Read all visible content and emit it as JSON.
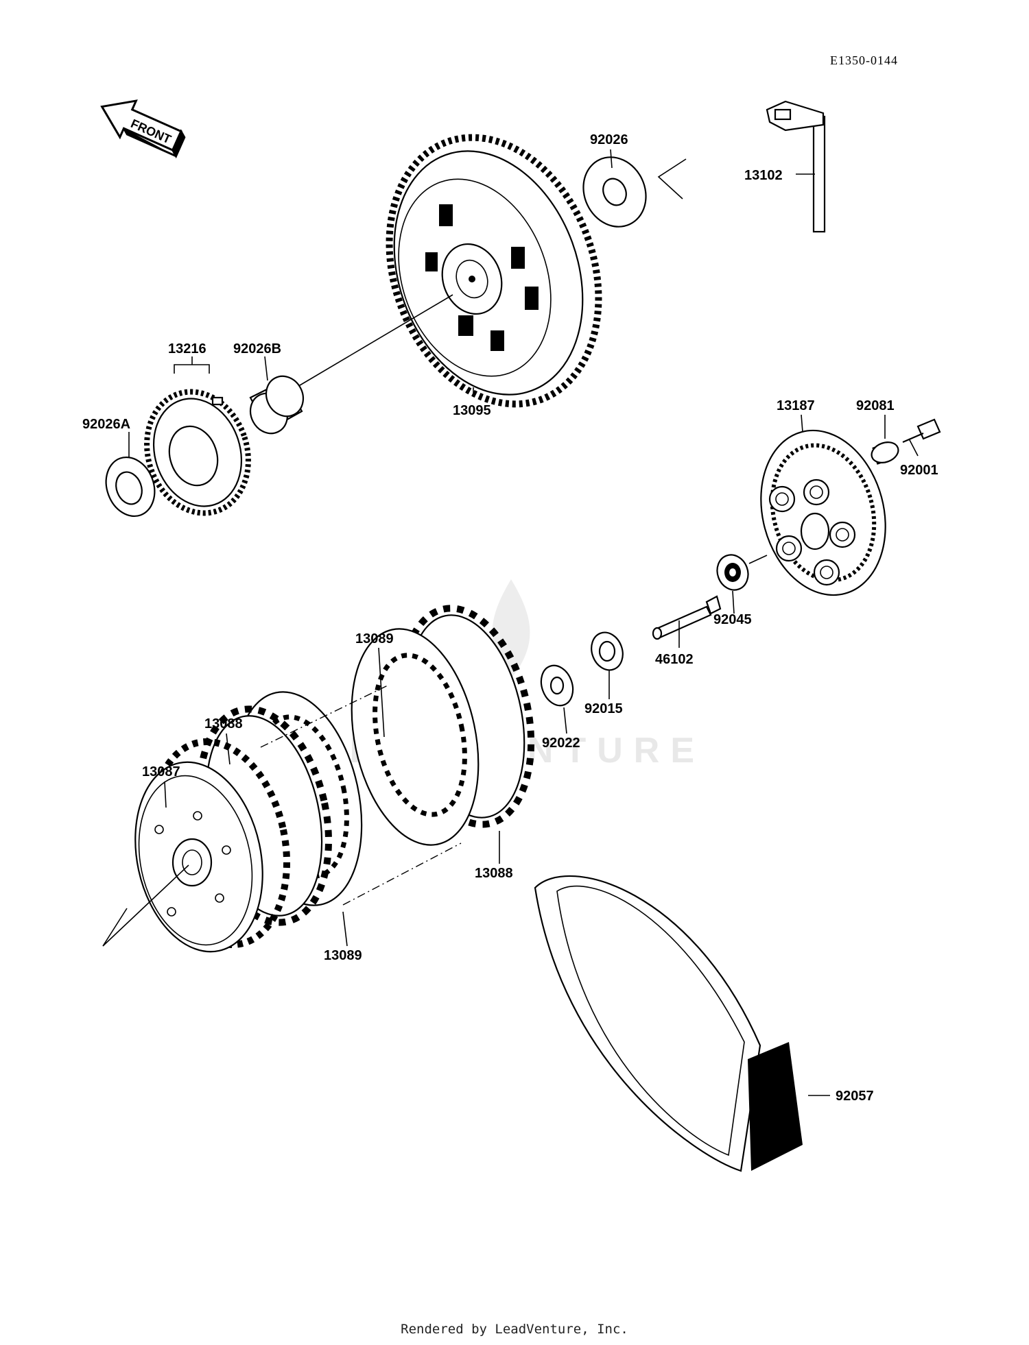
{
  "diagram_code": "E1350-0144",
  "front_label": "FRONT",
  "watermark": "LEADVENTURE",
  "footer": "Rendered by LeadVenture, Inc.",
  "part_labels": {
    "p92026": "92026",
    "p13102": "13102",
    "p13216": "13216",
    "p92026B": "92026B",
    "p92026A": "92026A",
    "p13095": "13095",
    "p13187": "13187",
    "p92081": "92081",
    "p92001": "92001",
    "p92045": "92045",
    "p46102": "46102",
    "p92015": "92015",
    "p92022": "92022",
    "p13089_top": "13089",
    "p13088_left": "13088",
    "p13087": "13087",
    "p13088_right": "13088",
    "p13089_bottom": "13089",
    "p92057": "92057"
  }
}
